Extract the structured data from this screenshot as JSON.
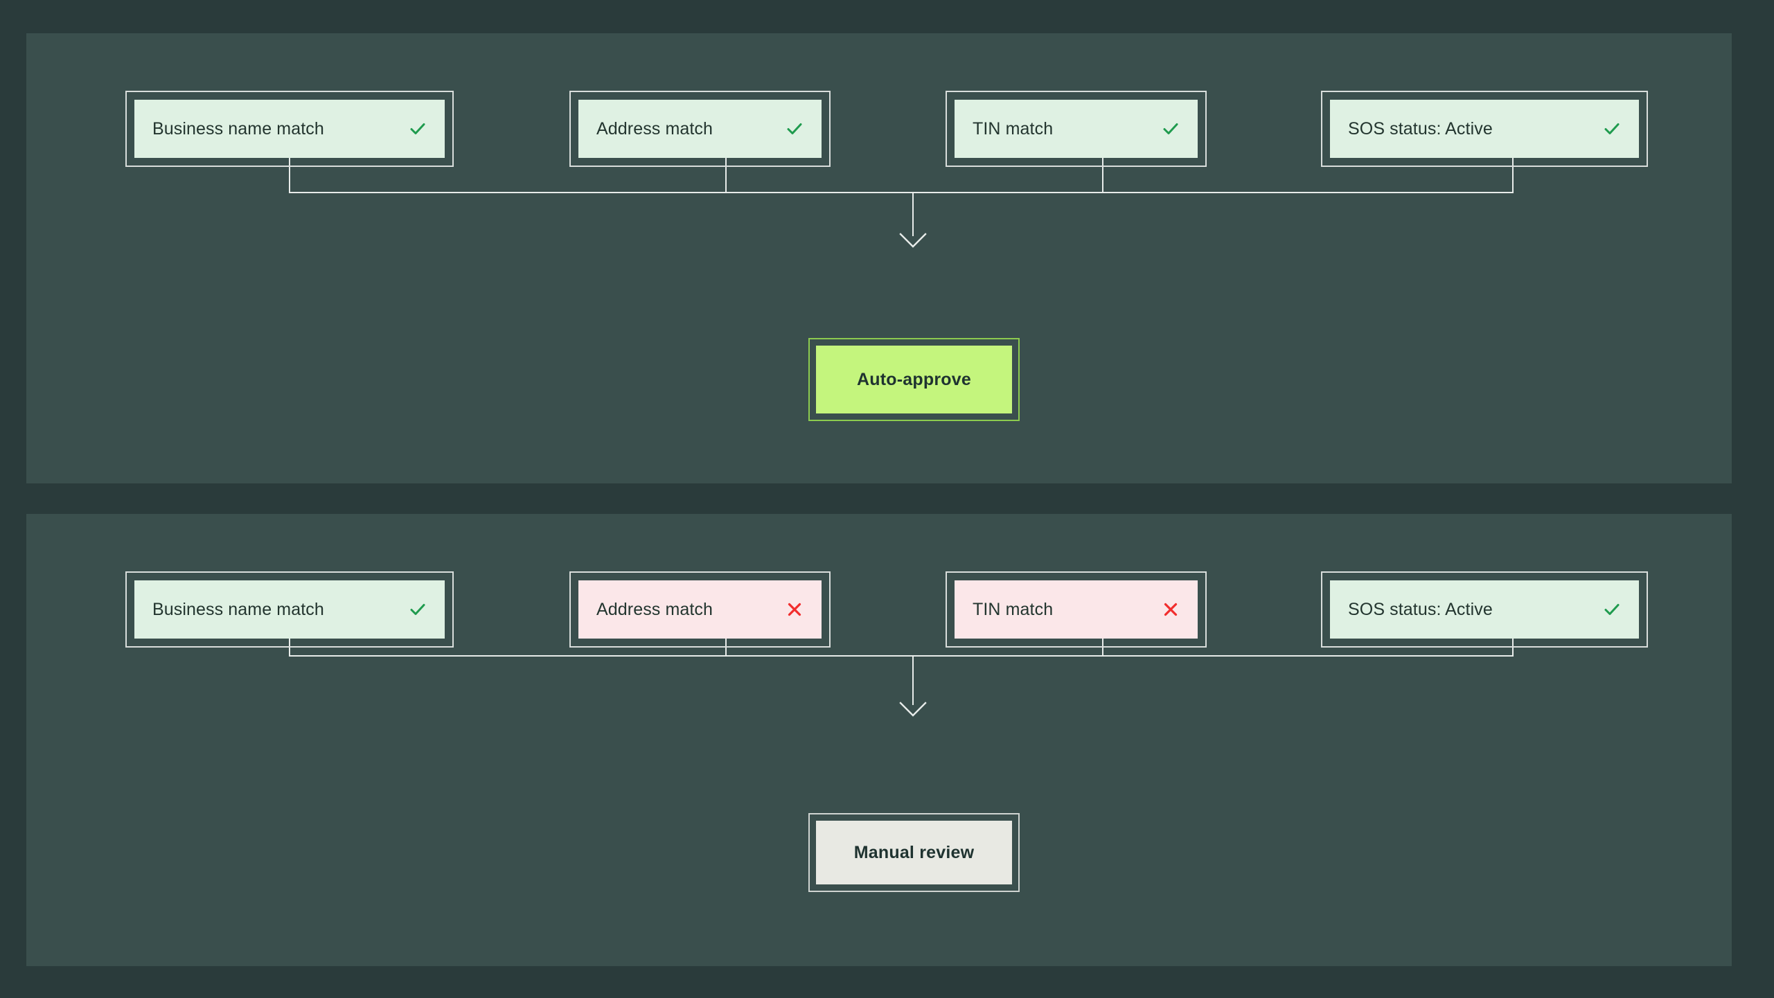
{
  "theme": {
    "page_bg": "#2a3b3b",
    "panel_bg": "#3a4f4d",
    "pass_fill": "#dff1e3",
    "fail_fill": "#fbe7e9",
    "approve_fill": "#c4f57d",
    "approve_border": "#8ccb4f",
    "review_fill": "#e8e9e3",
    "review_border": "#cfd4d1",
    "card_border": "#d9dedc",
    "connector": "#e8ecea",
    "text": "#23352f",
    "check_color": "#1f9b4e",
    "cross_color": "#f12d2d"
  },
  "panels": [
    {
      "name": "auto-approve-flow",
      "checks": [
        {
          "label": "Business name match",
          "status": "pass",
          "icon": "check-icon"
        },
        {
          "label": "Address match",
          "status": "pass",
          "icon": "check-icon"
        },
        {
          "label": "TIN match",
          "status": "pass",
          "icon": "check-icon"
        },
        {
          "label": "SOS status: Active",
          "status": "pass",
          "icon": "check-icon"
        }
      ],
      "outcome": {
        "label": "Auto-approve",
        "variant": "approve"
      }
    },
    {
      "name": "manual-review-flow",
      "checks": [
        {
          "label": "Business name match",
          "status": "pass",
          "icon": "check-icon"
        },
        {
          "label": "Address match",
          "status": "fail",
          "icon": "cross-icon"
        },
        {
          "label": "TIN match",
          "status": "fail",
          "icon": "cross-icon"
        },
        {
          "label": "SOS status: Active",
          "status": "pass",
          "icon": "check-icon"
        }
      ],
      "outcome": {
        "label": "Manual review",
        "variant": "review"
      }
    }
  ]
}
